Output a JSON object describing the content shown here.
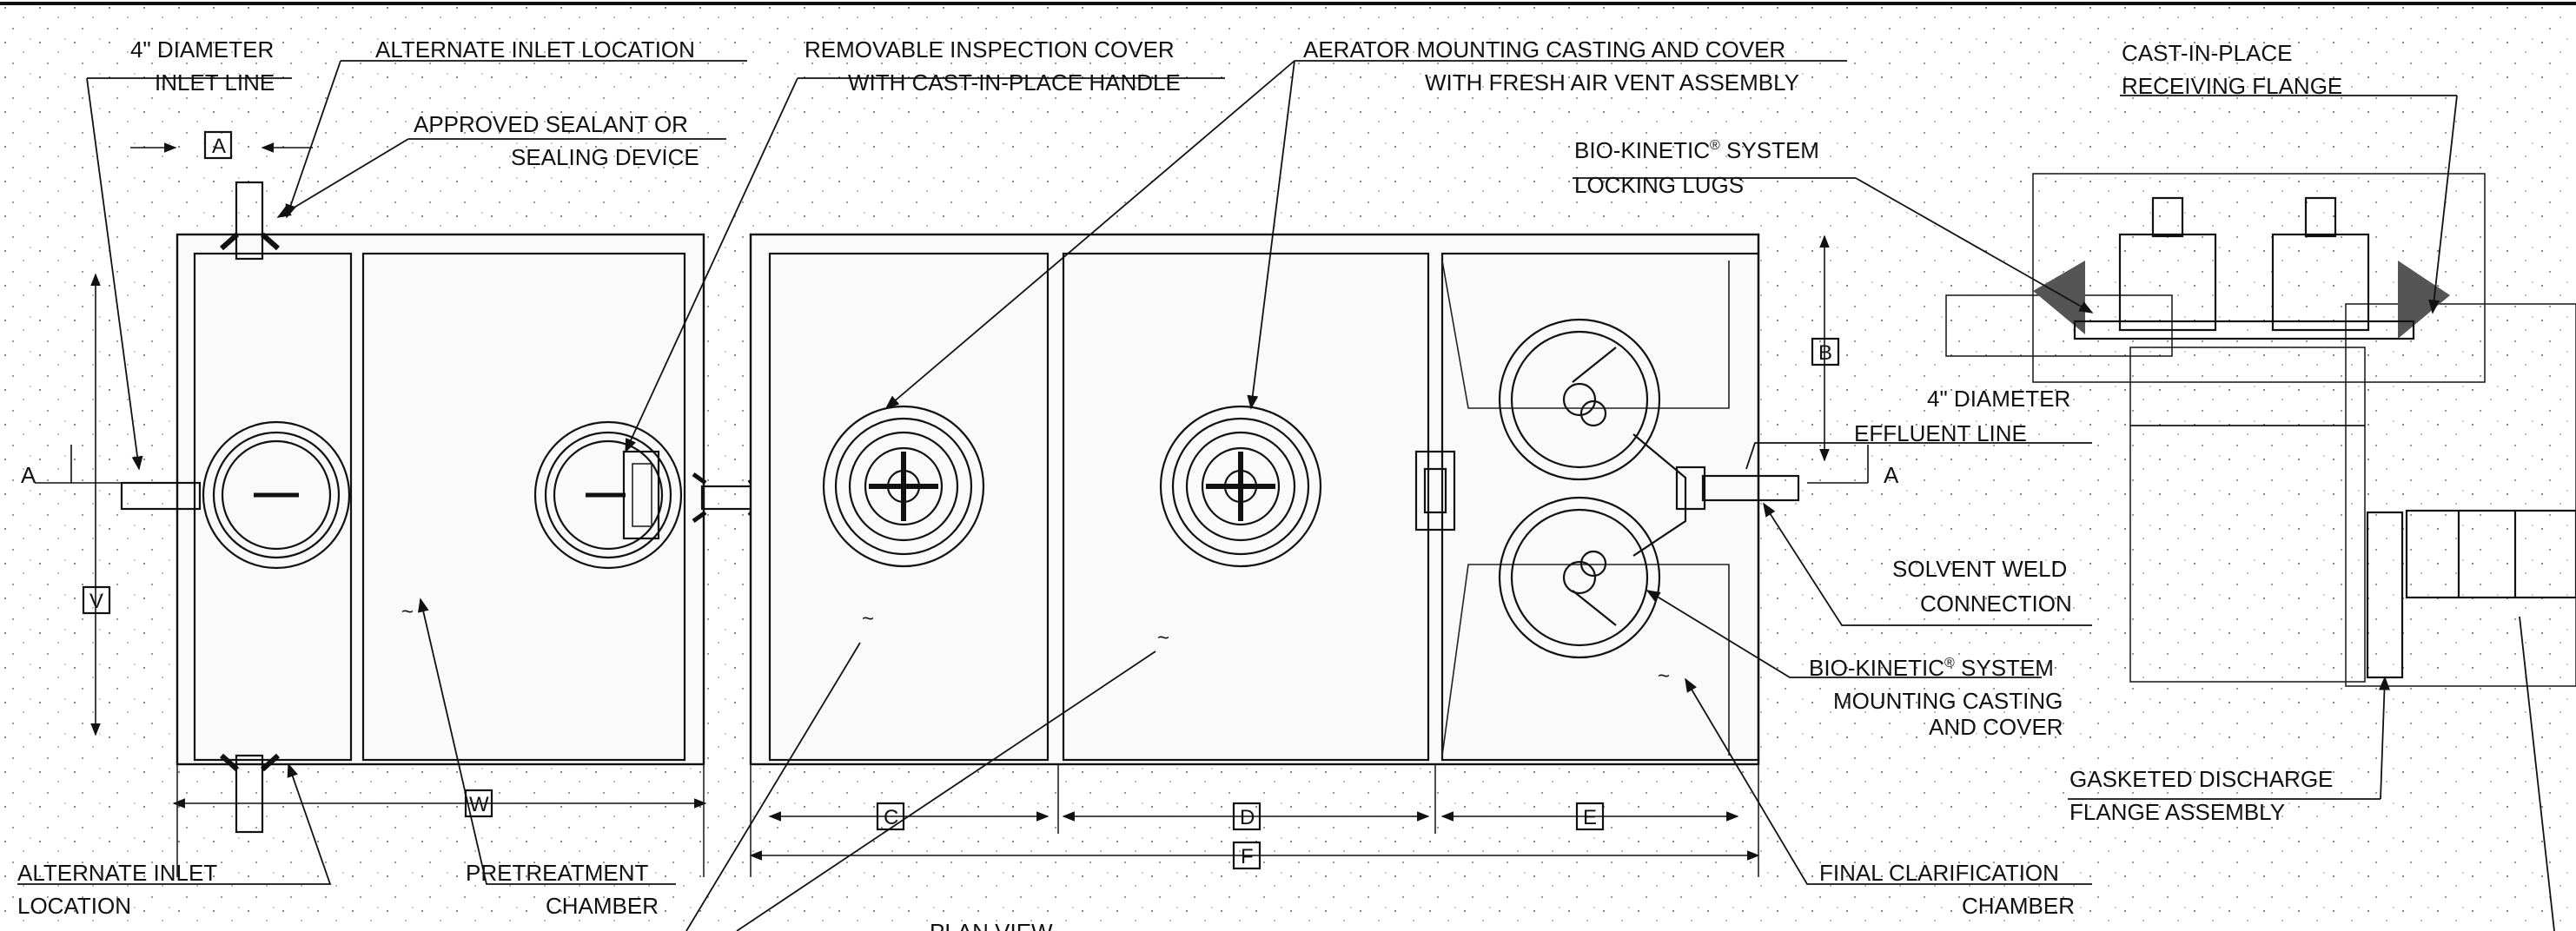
{
  "labels": {
    "inlet_line_1": "4\" DIAMETER",
    "inlet_line_2": "INLET LINE",
    "alt_inlet_top": "ALTERNATE INLET LOCATION",
    "sealant_1": "APPROVED SEALANT OR",
    "sealant_2": "SEALING DEVICE",
    "insp_cover_1": "REMOVABLE INSPECTION COVER",
    "insp_cover_2": "WITH CAST-IN-PLACE HANDLE",
    "aerator_1": "AERATOR MOUNTING CASTING AND COVER",
    "aerator_2": "WITH FRESH AIR VENT ASSEMBLY",
    "receiving_1": "CAST-IN-PLACE",
    "receiving_2": "RECEIVING FLANGE",
    "lugs_1": "BIO-KINETIC",
    "lugs_1_tail": " SYSTEM",
    "lugs_2": "LOCKING LUGS",
    "effluent_1": "4\" DIAMETER",
    "effluent_2": "EFFLUENT LINE",
    "solvent_1": "SOLVENT WELD",
    "solvent_2": "CONNECTION",
    "mounting_1": "BIO-KINETIC",
    "mounting_1_tail": " SYSTEM",
    "mounting_2": "MOUNTING CASTING",
    "mounting_3": "AND COVER",
    "gasket_1": "GASKETED DISCHARGE",
    "gasket_2": "FLANGE ASSEMBLY",
    "final_1": "FINAL CLARIFICATION",
    "final_2": "CHAMBER",
    "pretreat_1": "PRETREATMENT",
    "pretreat_2": "CHAMBER",
    "alt_inlet_bottom_1": "ALTERNATE INLET",
    "alt_inlet_bottom_2": "LOCATION",
    "plan_view": "PLAN VIEW",
    "registered": "®",
    "section_a": "A"
  },
  "dimensions": {
    "a_box": "A",
    "b_box": "B",
    "v_box": "V",
    "w_box": "W",
    "c_box": "C",
    "d_box": "D",
    "e_box": "E",
    "f_box": "F"
  }
}
